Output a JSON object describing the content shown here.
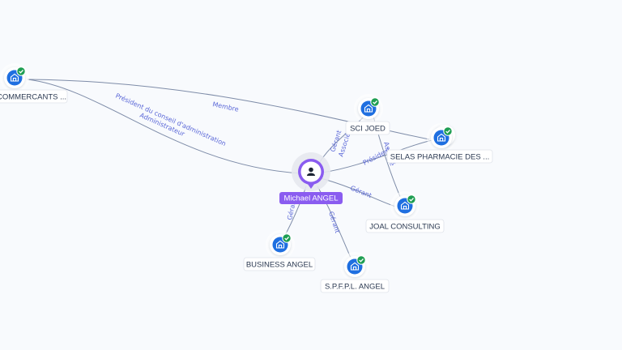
{
  "colors": {
    "background": "#f8fafd",
    "edge": "#7e8ca8",
    "edge_label": "#5b68d8",
    "company_icon": "#1f6fe0",
    "check_badge": "#1e9e52",
    "person_accent": "#8a5cf0"
  },
  "person": {
    "name": "Michael ANGEL",
    "icon": "person-icon"
  },
  "companies": [
    {
      "id": "commercants",
      "label": "COMMERCANTS ...",
      "icon": "company-building-icon",
      "verified": true
    },
    {
      "id": "sci-joed",
      "label": "SCI JOED",
      "icon": "company-building-icon",
      "verified": true
    },
    {
      "id": "selas",
      "label": "SELAS PHARMACIE DES ...",
      "icon": "company-building-icon",
      "verified": true
    },
    {
      "id": "joal",
      "label": "JOAL CONSULTING",
      "icon": "company-building-icon",
      "verified": true
    },
    {
      "id": "business-angel",
      "label": "BUSINESS ANGEL",
      "icon": "company-building-icon",
      "verified": true
    },
    {
      "id": "spfpl",
      "label": "S.P.F.P.L. ANGEL",
      "icon": "company-building-icon",
      "verified": true
    }
  ],
  "edges": [
    {
      "id": "e-commercants-person",
      "from": "person",
      "to": "commercants",
      "labels": [
        "Président du conseil d'administration",
        "Administrateur"
      ]
    },
    {
      "id": "e-commercants-selas",
      "from": "commercants",
      "to": "selas",
      "labels": [
        "Membre"
      ]
    },
    {
      "id": "e-person-scijoed",
      "from": "person",
      "to": "sci-joed",
      "labels": [
        "Gérant",
        "Associé"
      ]
    },
    {
      "id": "e-person-selas",
      "from": "person",
      "to": "selas",
      "labels": [
        "Président"
      ]
    },
    {
      "id": "e-person-joal",
      "from": "person",
      "to": "joal",
      "labels": [
        "Gérant"
      ]
    },
    {
      "id": "e-joal-scijoed",
      "from": "joal",
      "to": "sci-joed",
      "labels": [
        "Associé"
      ]
    },
    {
      "id": "e-person-business",
      "from": "person",
      "to": "business-angel",
      "labels": [
        "Gérant"
      ]
    },
    {
      "id": "e-person-spfpl",
      "from": "person",
      "to": "spfpl",
      "labels": [
        "Gérant"
      ]
    }
  ]
}
